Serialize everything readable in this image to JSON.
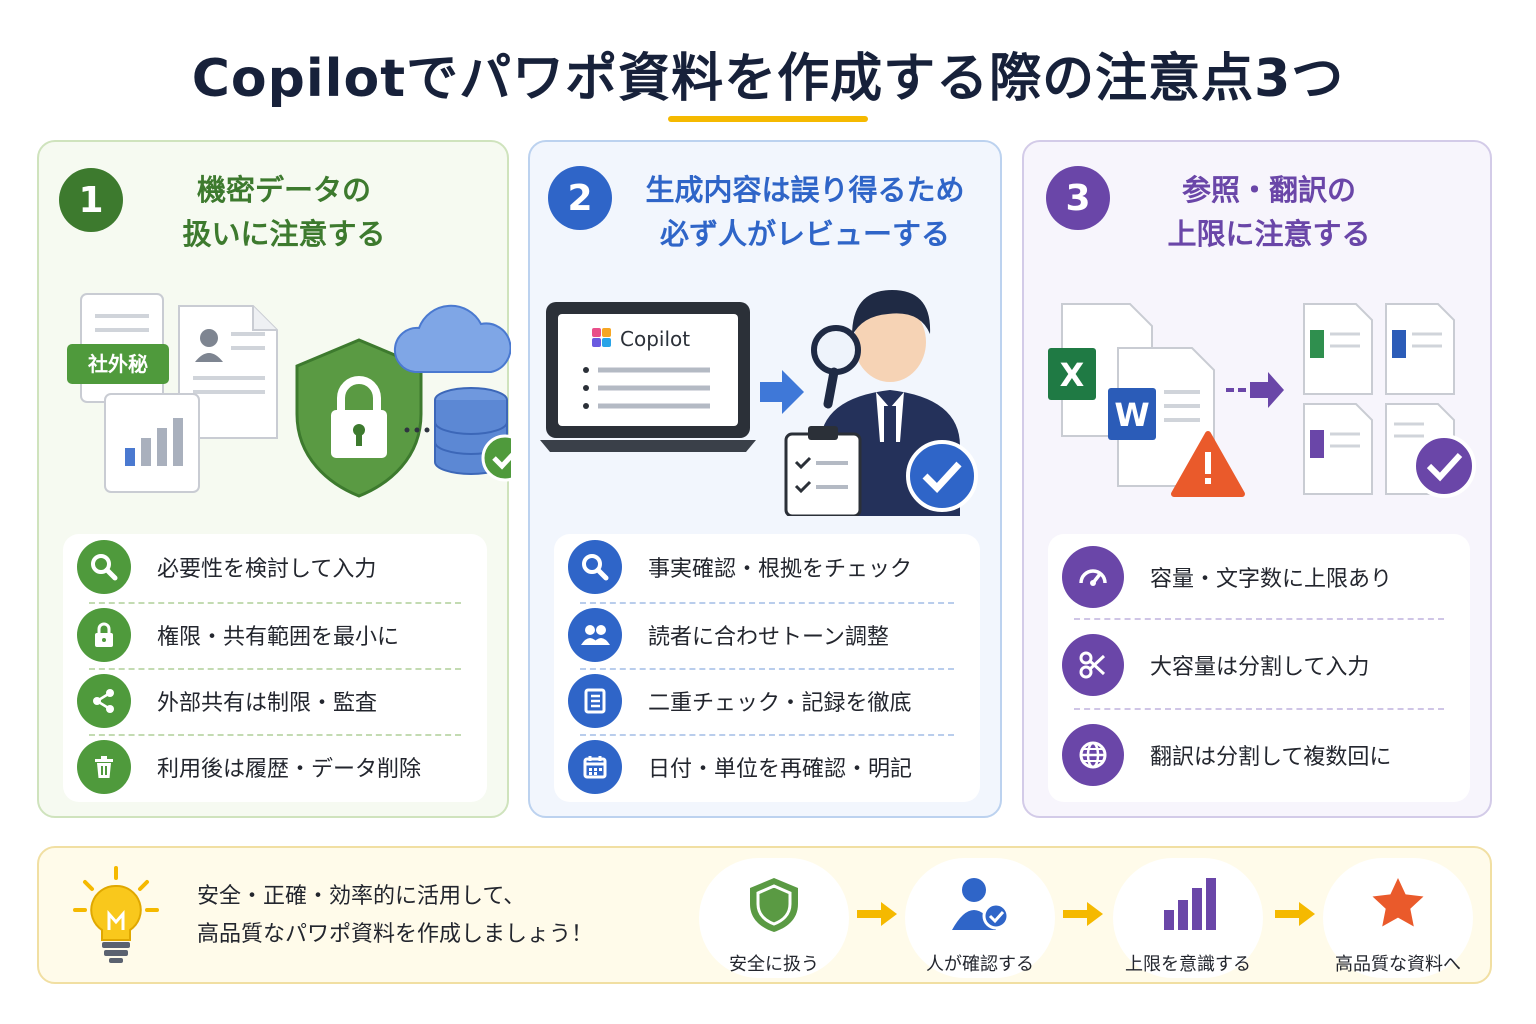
{
  "title": "Copilotでパワポ資料を作成する際の注意点3つ",
  "panels": [
    {
      "number": "1",
      "title_line1": "機密データの",
      "title_line2": "扱いに注意する",
      "stamp": "社外秘",
      "items": [
        {
          "icon": "search-icon",
          "label": "必要性を検討して入力"
        },
        {
          "icon": "lock-icon",
          "label": "権限・共有範囲を最小に"
        },
        {
          "icon": "share-icon",
          "label": "外部共有は制限・監査"
        },
        {
          "icon": "trash-icon",
          "label": "利用後は履歴・データ削除"
        }
      ],
      "color": "#3d7a2e"
    },
    {
      "number": "2",
      "title_line1": "生成内容は誤り得るため",
      "title_line2": "必ず人がレビューする",
      "laptop_label": "Copilot",
      "items": [
        {
          "icon": "search-icon",
          "label": "事実確認・根拠をチェック"
        },
        {
          "icon": "users-icon",
          "label": "読者に合わせトーン調整"
        },
        {
          "icon": "checklist-icon",
          "label": "二重チェック・記録を徹底"
        },
        {
          "icon": "calendar-icon",
          "label": "日付・単位を再確認・明記"
        }
      ],
      "color": "#2f65c8"
    },
    {
      "number": "3",
      "title_line1": "参照・翻訳の",
      "title_line2": "上限に注意する",
      "excel_letter": "X",
      "word_letter": "W",
      "items": [
        {
          "icon": "gauge-icon",
          "label": "容量・文字数に上限あり"
        },
        {
          "icon": "scissors-icon",
          "label": "大容量は分割して入力"
        },
        {
          "icon": "globe-icon",
          "label": "翻訳は分割して複数回に"
        }
      ],
      "color": "#6a46a8"
    }
  ],
  "bottom": {
    "message_line1": "安全・正確・効率的に活用して、",
    "message_line2": "高品質なパワポ資料を作成しましょう！",
    "steps": [
      {
        "icon": "shield-icon",
        "label": "安全に扱う"
      },
      {
        "icon": "person-check-icon",
        "label": "人が確認する"
      },
      {
        "icon": "bar-chart-icon",
        "label": "上限を意識する"
      },
      {
        "icon": "star-icon",
        "label": "高品質な資料へ"
      }
    ]
  }
}
